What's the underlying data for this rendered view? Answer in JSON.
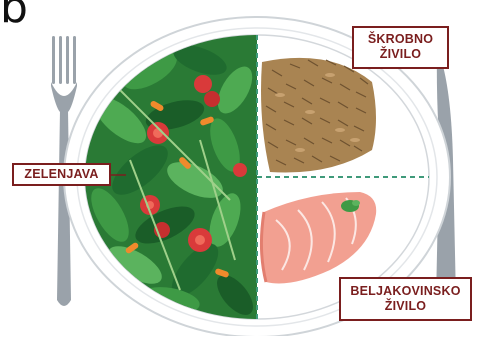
{
  "figure": {
    "corner_letter": "b",
    "labels": {
      "starch": {
        "line1": "ŠKROBNO",
        "line2": "ŽIVILO"
      },
      "vegetables": {
        "text": "ZELENJAVA"
      },
      "protein": {
        "line1": "BELJAKOVINSKO",
        "line2": "ŽIVILO"
      }
    },
    "colors": {
      "label_border": "#7a1e1e",
      "label_text": "#7a1e1e",
      "divider": "#3f9a7a",
      "plate_rim": "#cfd4d8",
      "cutlery": "#9aa2aa",
      "leaf_dark": "#1f6b2f",
      "leaf_light": "#3e9a45",
      "tomato": "#d93a3a",
      "carrot": "#f08a2c",
      "grain": "#a98452",
      "fish": "#f2a091"
    },
    "icons": [
      "fork-icon",
      "knife-icon",
      "plate-icon"
    ]
  }
}
